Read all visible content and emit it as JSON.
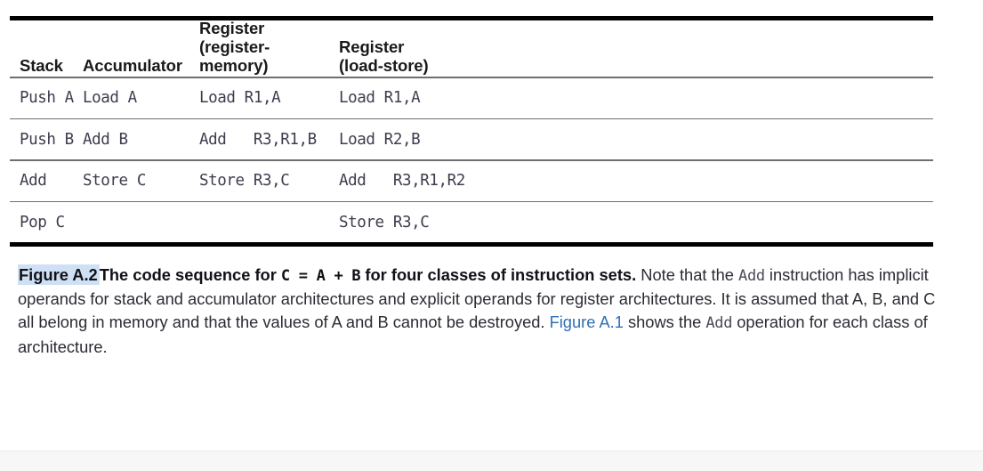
{
  "figure": {
    "id": "A.2",
    "label": "Figure A.2",
    "table": {
      "columns": [
        {
          "key": "stack",
          "line1": "Stack",
          "line2": ""
        },
        {
          "key": "accumulator",
          "line1": "Accumulator",
          "line2": ""
        },
        {
          "key": "register_memory",
          "line1": "Register",
          "line2": "(register-memory)"
        },
        {
          "key": "load_store",
          "line1": "Register",
          "line2": "(load-store)"
        }
      ],
      "rows": [
        {
          "stack": "Push A",
          "accumulator": "Load A",
          "register_memory": "Load R1,A",
          "load_store": "Load R1,A"
        },
        {
          "stack": "Push B",
          "accumulator": "Add B",
          "register_memory": "Add   R3,R1,B",
          "load_store": "Load R2,B"
        },
        {
          "stack": "Add",
          "accumulator": "Store C",
          "register_memory": "Store R3,C",
          "load_store": "Add   R3,R1,R2"
        },
        {
          "stack": "Pop C",
          "accumulator": "",
          "register_memory": "",
          "load_store": "Store R3,C"
        }
      ]
    },
    "caption": {
      "label": "Figure A.2",
      "lead_1": "The code sequence for ",
      "lead_code": "C = A + B",
      "lead_2": " for four classes of instruction sets.",
      "body_1": " Note that the ",
      "body_code_1": "Add",
      "body_2": " instruction has implicit operands for stack and accumulator architectures and explicit operands for register architectures. It is assumed that A, B, and C all belong in memory and that the values of A and B cannot be destroyed. ",
      "xref": "Figure A.1",
      "body_3": " shows the ",
      "body_code_2": "Add",
      "body_4": " operation for each class of architecture."
    }
  },
  "colors": {
    "rule": "#000000",
    "thin_rule": "#6f6f6f",
    "mono_text": "#3d3d4f",
    "highlight": "#cfe0f5",
    "xref_link": "#2f6fb5",
    "page_band": "#f7f7f8"
  }
}
